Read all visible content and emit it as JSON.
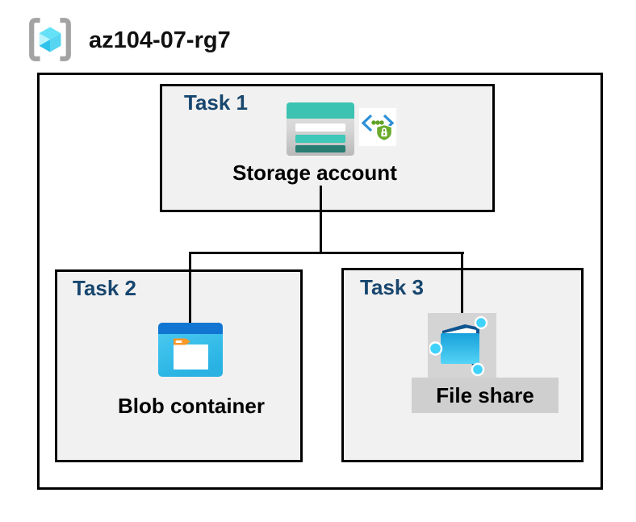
{
  "resource_group": {
    "name": "az104-07-rg7",
    "icon": "resource-group-icon"
  },
  "tasks": [
    {
      "id": "task1",
      "label": "Task 1",
      "resource": "Storage account",
      "icons": [
        "storage-account-icon",
        "secure-access-icon"
      ]
    },
    {
      "id": "task2",
      "label": "Task 2",
      "resource": "Blob container",
      "icons": [
        "blob-container-icon"
      ]
    },
    {
      "id": "task3",
      "label": "Task 3",
      "resource": "File share",
      "icons": [
        "file-share-icon"
      ]
    }
  ],
  "connections": [
    {
      "from": "Storage account",
      "to": "Blob container"
    },
    {
      "from": "Storage account",
      "to": "File share"
    }
  ],
  "colors": {
    "task_label": "#17466e",
    "box_fill": "#f1f1f1",
    "box_border": "#000000",
    "connector": "#000000",
    "storage_teal": "#3cc3b2",
    "storage_teal_dark": "#287d72",
    "blob_top_blue": "#1176d2",
    "blob_cyan": "#3ec2ee",
    "blob_tab_orange": "#f79827",
    "file_share_dark_blue": "#0e5490",
    "file_share_cyan": "#3fd2fb",
    "shield_green": "#6aab2c",
    "chevron_blue": "#2b8fd8",
    "bracket_gray": "#a3a3a3",
    "cube_cyan": "#64e1f6",
    "icon_bg_gray": "#d4d4d4",
    "label_bg_gray": "#cfcfcf"
  }
}
